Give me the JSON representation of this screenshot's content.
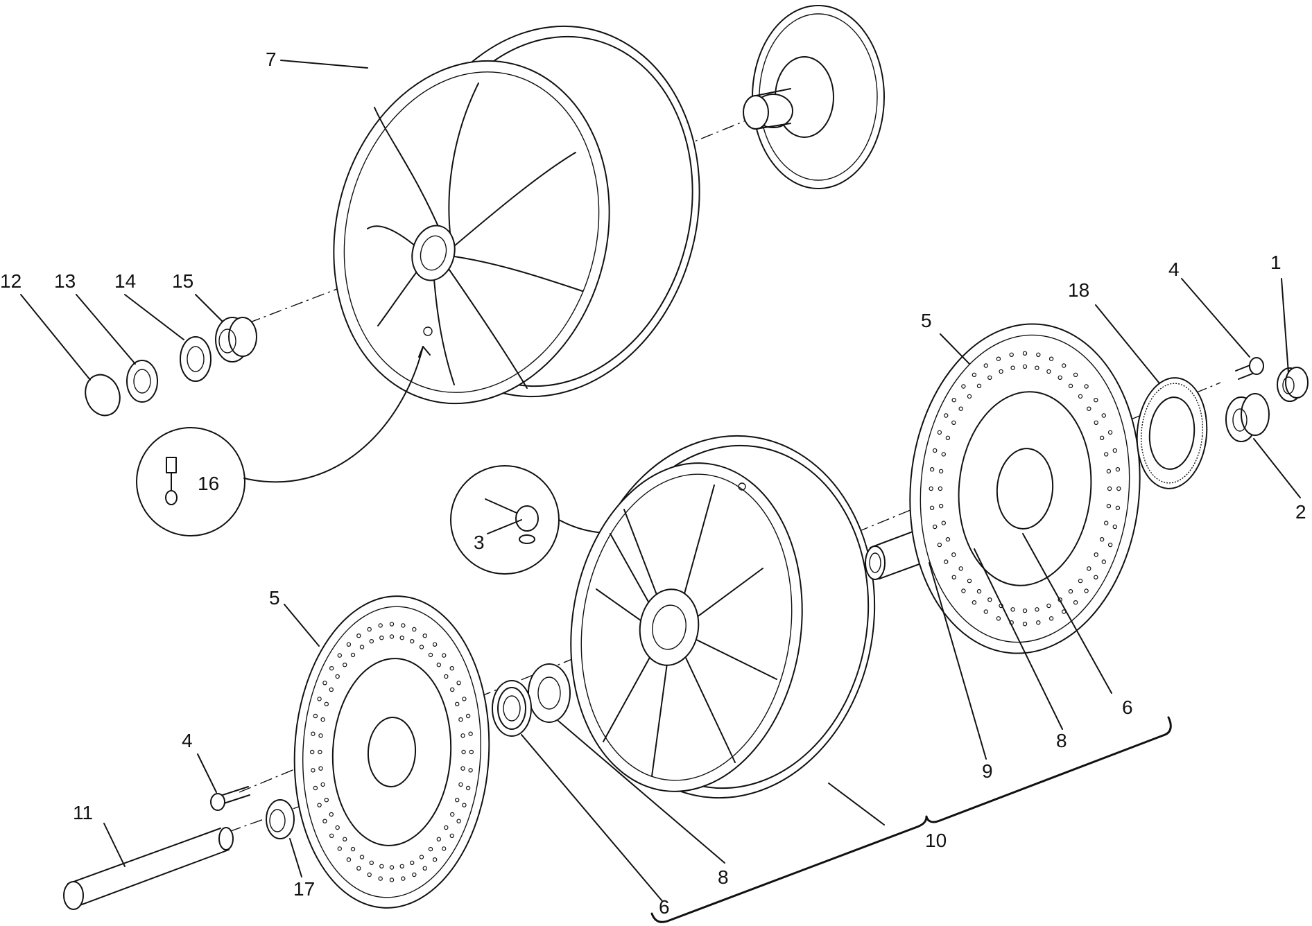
{
  "callouts": {
    "c1": "1",
    "c2": "2",
    "c3": "3",
    "c4a": "4",
    "c4b": "4",
    "c5a": "5",
    "c5b": "5",
    "c6a": "6",
    "c6b": "6",
    "c7": "7",
    "c8a": "8",
    "c8b": "8",
    "c9": "9",
    "c10": "10",
    "c11": "11",
    "c12": "12",
    "c13": "13",
    "c14": "14",
    "c15": "15",
    "c16": "16",
    "c17": "17",
    "c18": "18"
  }
}
